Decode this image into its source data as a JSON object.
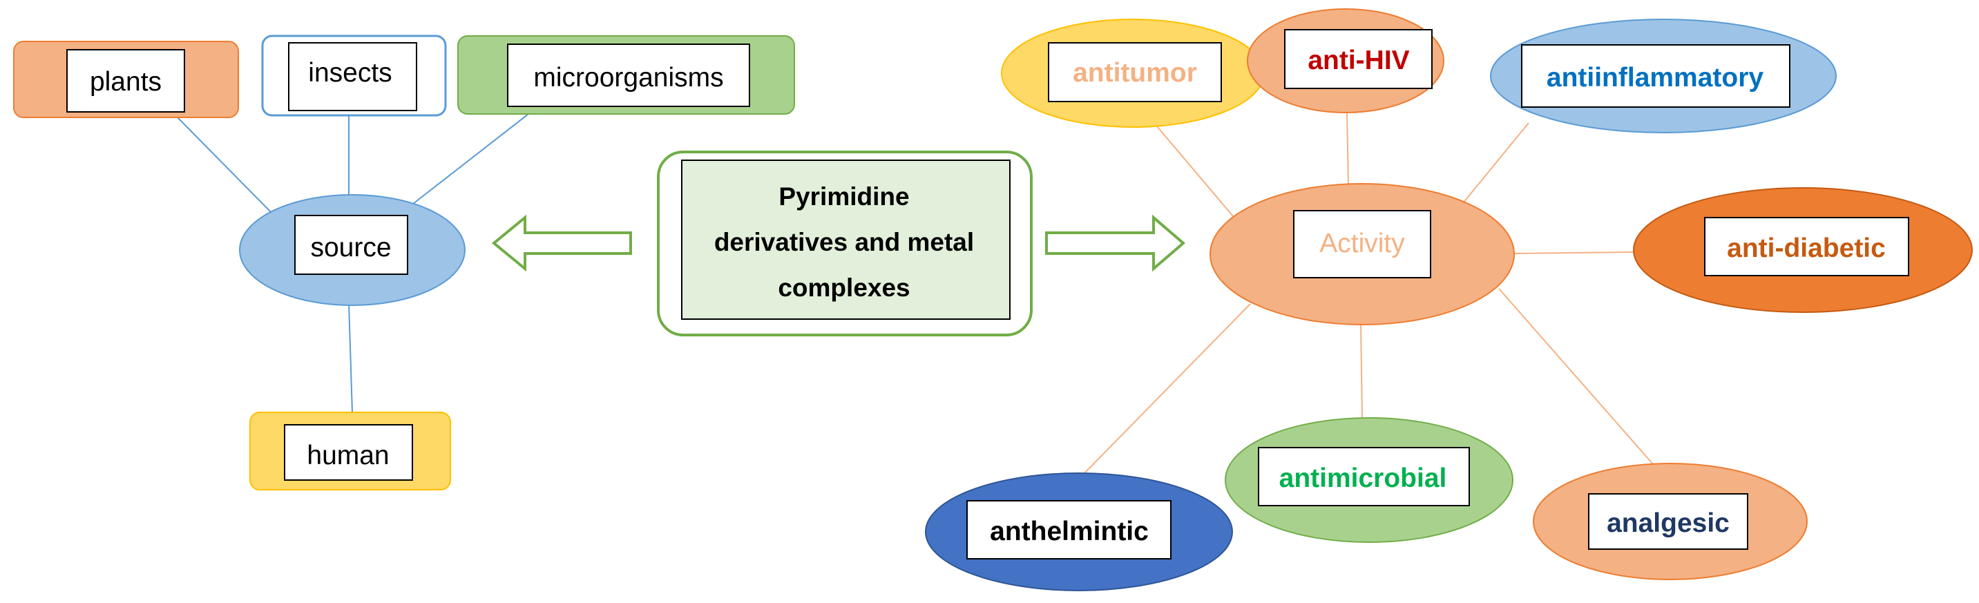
{
  "center": {
    "lines": [
      "Pyrimidine",
      "derivatives and metal",
      "complexes"
    ]
  },
  "source": {
    "label": "source",
    "items": {
      "plants": "plants",
      "insects": "insects",
      "microorganisms": "microorganisms",
      "human": "human"
    }
  },
  "activity": {
    "label": "Activity",
    "items": {
      "antitumor": "antitumor",
      "anti_hiv": "anti-HIV",
      "antiinflammatory": "antiinflammatory",
      "anti_diabetic": "anti-diabetic",
      "analgesic": "analgesic",
      "antimicrobial": "antimicrobial",
      "anthelmintic": "anthelmintic"
    }
  },
  "colors": {
    "blue_line": "#5b9bd5",
    "orange_line": "#f4b183",
    "green_border": "#70ad47",
    "green_fill": "#e2efda",
    "antitumor_text": "#f4b183",
    "anti_hiv_text": "#c00000",
    "antiinflammatory_text": "#0070c0",
    "anti_diabetic_text": "#c55a11",
    "analgesic_text": "#1f3864",
    "antimicrobial_text": "#00b050",
    "anthelmintic_text": "#000000",
    "activity_text": "#f4b183"
  }
}
